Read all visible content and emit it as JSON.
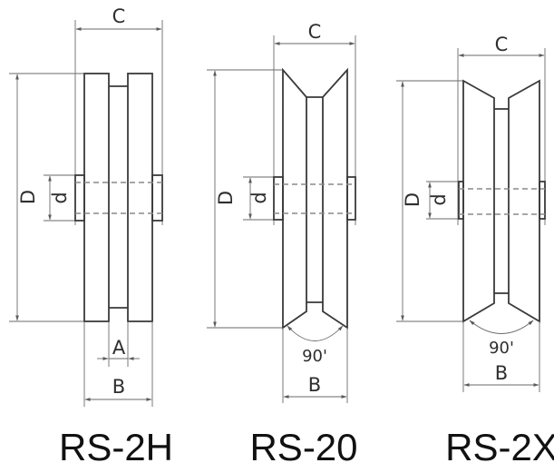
{
  "diagram": {
    "description": "Pulley wheel profile dimension drawings",
    "colors": {
      "outline": "#3a3a3a",
      "dimension": "#6a6a6a",
      "hidden": "#8a8a8a",
      "text": "#111111"
    },
    "models": [
      {
        "id": "rs-2h",
        "name": "RS-2H",
        "groove": "flat",
        "dimensions": {
          "width_total": "C",
          "diameter_outer": "D",
          "bore": "d",
          "groove_width": "A",
          "wheel_width": "B"
        }
      },
      {
        "id": "rs-20",
        "name": "RS-20",
        "groove": "V",
        "groove_angle": "90'",
        "dimensions": {
          "width_total": "C",
          "diameter_outer": "D",
          "bore": "d",
          "wheel_width": "B"
        }
      },
      {
        "id": "rs-2x",
        "name": "RS-2X",
        "groove": "V",
        "groove_angle": "90'",
        "dimensions": {
          "width_total": "C",
          "diameter_outer": "D",
          "bore": "d",
          "wheel_width": "B"
        }
      }
    ]
  }
}
